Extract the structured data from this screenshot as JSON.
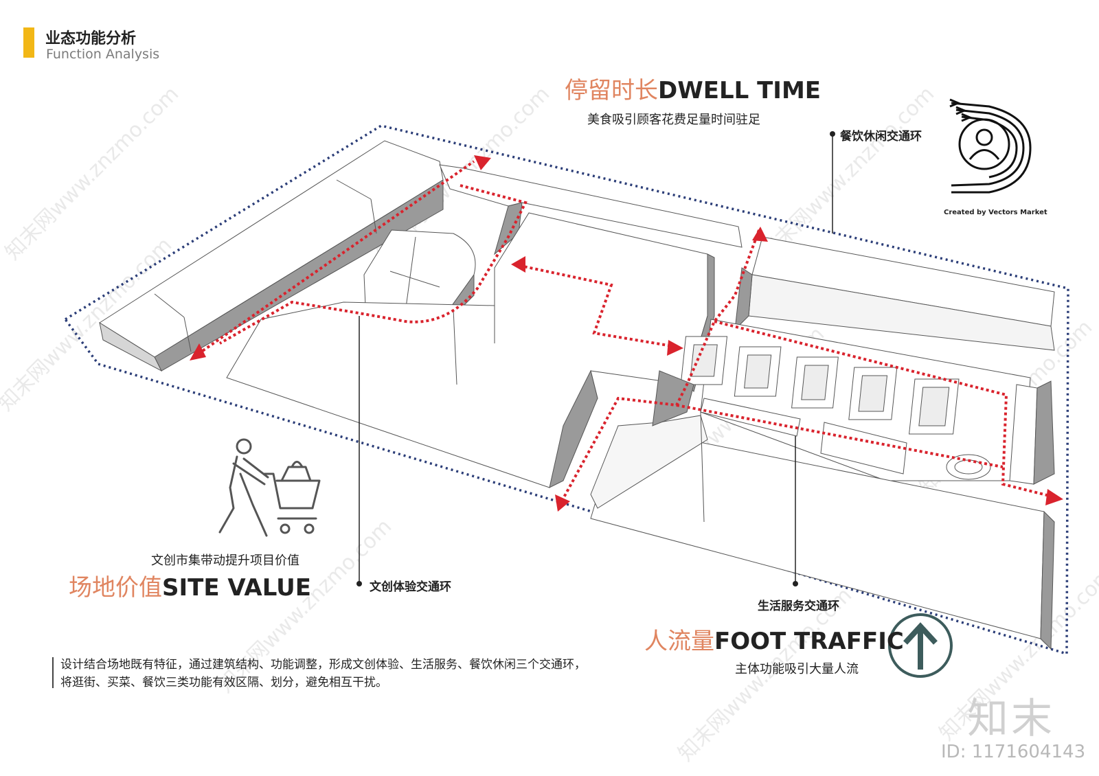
{
  "header": {
    "title_zh": "业态功能分析",
    "title_en": "Function Analysis"
  },
  "sections": {
    "dwell_time": {
      "title_zh": "停留时长",
      "title_en": "DWELL TIME",
      "subtitle": "美食吸引顾客花费足量时间驻足"
    },
    "site_value": {
      "title_zh": "场地价值",
      "title_en": "SITE VALUE",
      "subtitle": "文创市集带动提升项目价值"
    },
    "foot_traffic": {
      "title_zh": "人流量",
      "title_en": "FOOT TRAFFIC",
      "subtitle": "主体功能吸引大量人流"
    }
  },
  "loops": {
    "dining": "餐饮休闲交通环",
    "creative": "文创体验交通环",
    "services": "生活服务交通环"
  },
  "description": "设计结合场地既有特征，通过建筑结构、功能调整，形成文创体验、生活服务、餐饮休闲三个交通环，将逛街、买菜、餐饮三类功能有效区隔、划分，避免相互干扰。",
  "credit": "Created by Vectors Market",
  "watermark": {
    "logo": "知末",
    "id": "ID: 1171604143",
    "diagonal": "知末网www.znzmo.com"
  },
  "colors": {
    "accent_bar": "#f2b716",
    "heading_orange": "#e08560",
    "path_red": "#d9232d",
    "boundary_blue": "#2c3e78",
    "north_arrow": "#3d5c5c",
    "building_top": "#ffffff",
    "building_side": "#9a9a9a"
  },
  "icons": {
    "dwell": "person-loop-icon",
    "site": "shopping-cart-person-icon",
    "traffic": "north-arrow-icon"
  }
}
